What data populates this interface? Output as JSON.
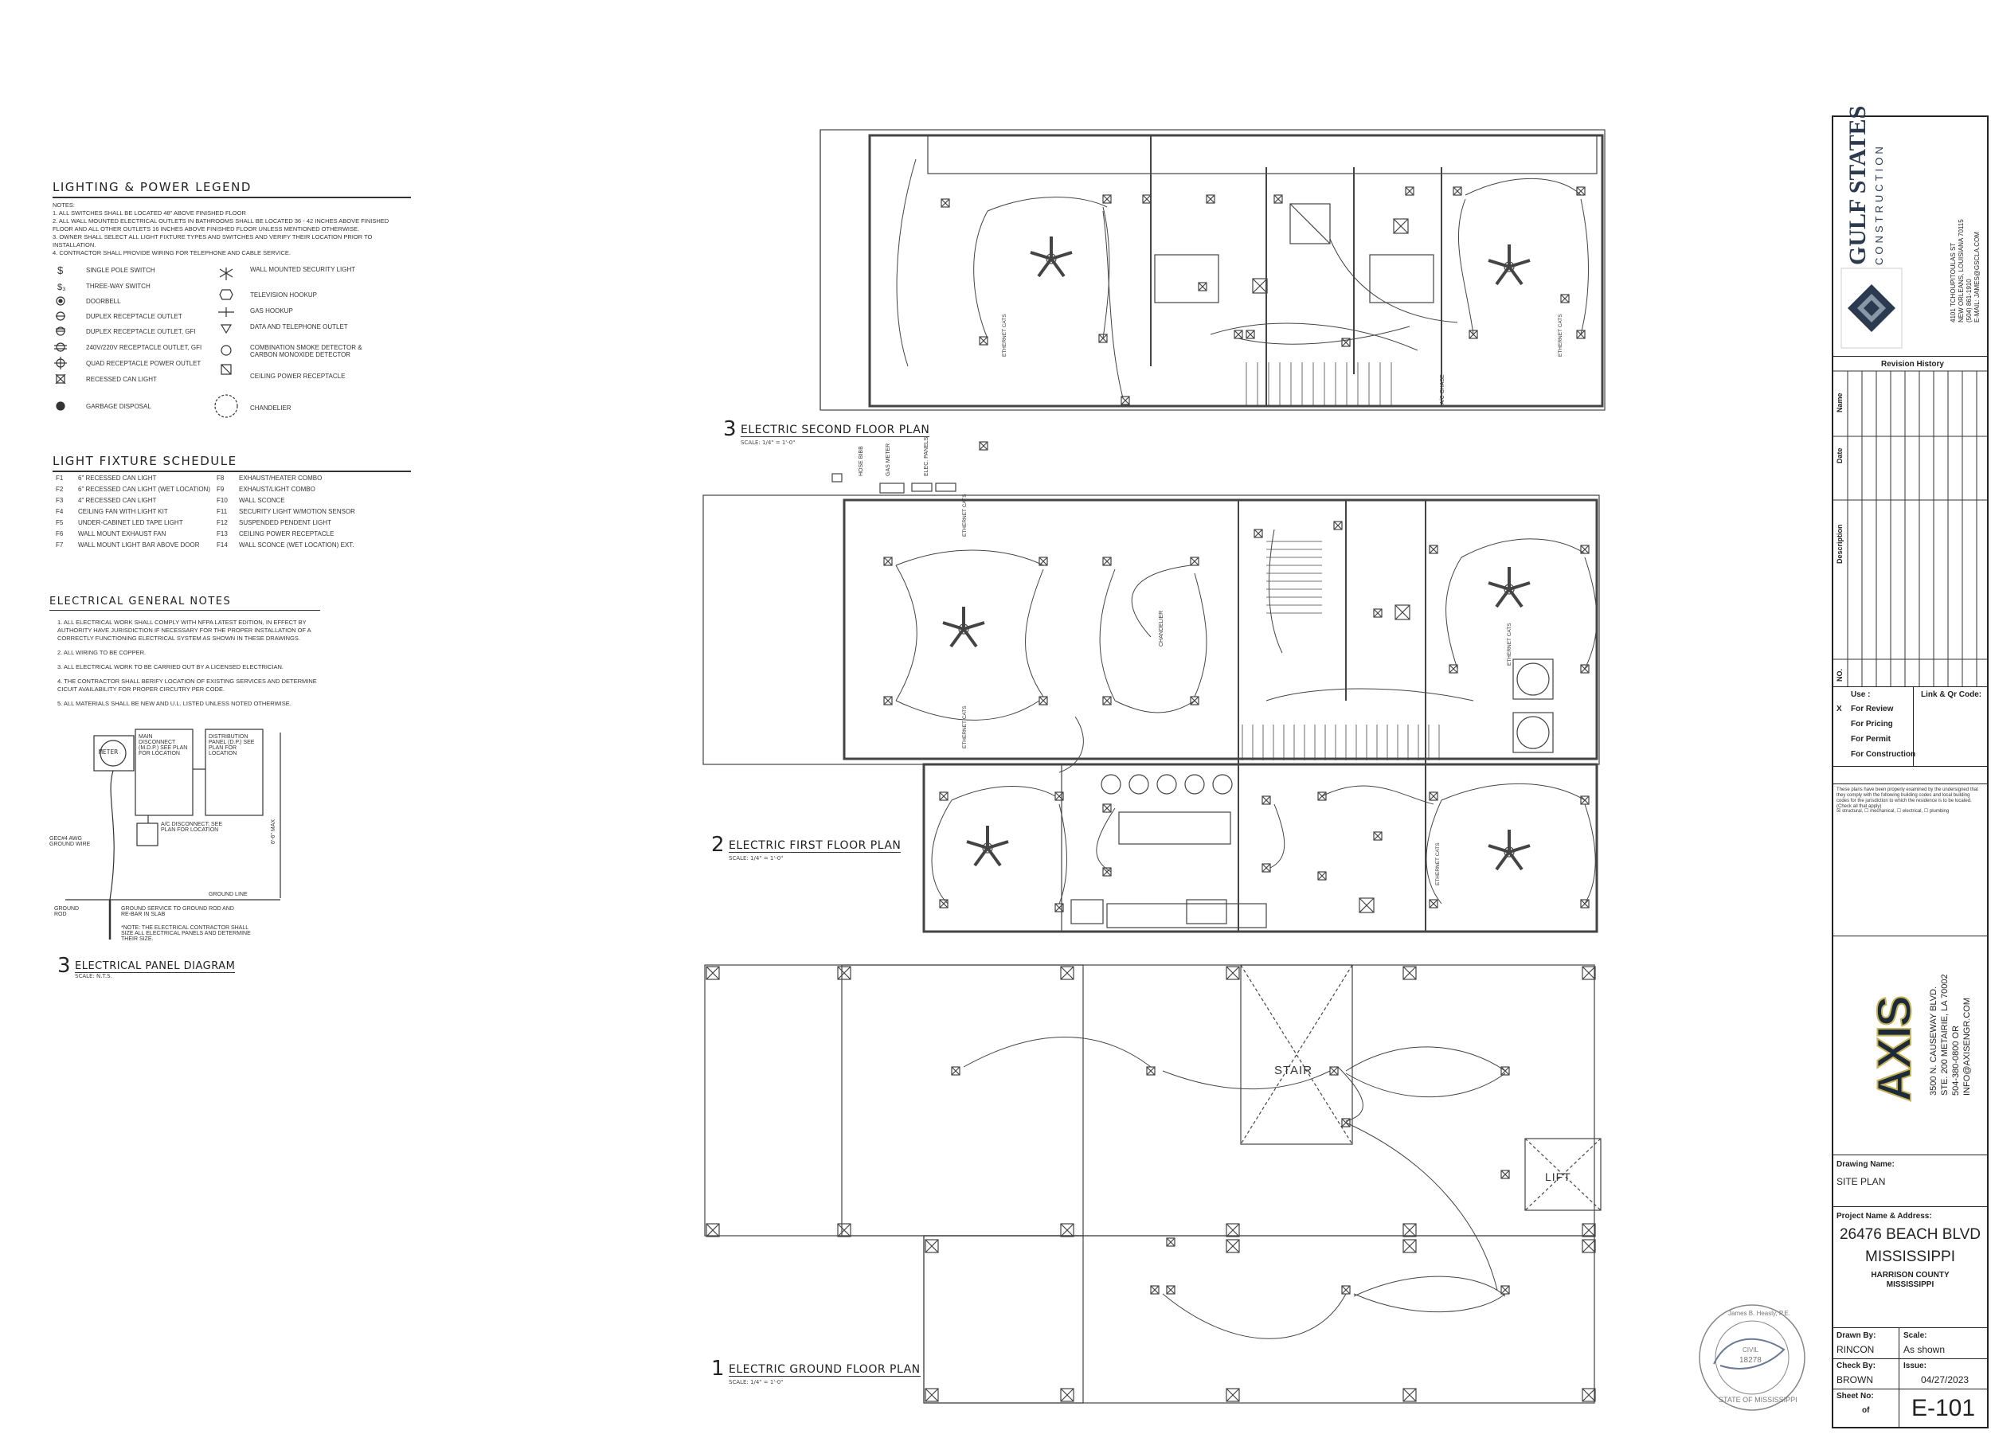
{
  "lighting_legend": {
    "title": "LIGHTING & POWER LEGEND",
    "notes_header": "NOTES:",
    "notes": [
      "1.  ALL SWITCHES SHALL BE LOCATED 48\" ABOVE FINISHED FLOOR",
      "2.  ALL WALL MOUNTED ELECTRICAL OUTLETS IN BATHROOMS SHALL BE LOCATED  36 - 42 INCHES ABOVE FINISHED FLOOR AND ALL OTHER OUTLETS 16 INCHES ABOVE FINISHED FLOOR UNLESS MENTIONED OTHERWISE.",
      "3.  OWNER SHALL SELECT ALL LIGHT FIXTURE TYPES AND SWITCHES AND VERIFY THEIR LOCATION PRIOR TO INSTALLATION.",
      "4.  CONTRACTOR SHALL PROVIDE WIRING FOR TELEPHONE AND CABLE SERVICE."
    ],
    "left_items": [
      "SINGLE POLE SWITCH",
      "THREE-WAY SWITCH",
      "DOORBELL",
      "DUPLEX RECEPTACLE OUTLET",
      "DUPLEX RECEPTACLE OUTLET, GFI",
      "240V/220V RECEPTACLE OUTLET, GFI",
      "QUAD RECEPTACLE POWER OUTLET",
      "RECESSED CAN LIGHT",
      "GARBAGE DISPOSAL"
    ],
    "right_items": [
      "WALL MOUNTED SECURITY LIGHT",
      "TELEVISION HOOKUP",
      "GAS HOOKUP",
      "DATA AND TELEPHONE OUTLET",
      "COMBINATION SMOKE DETECTOR & CARBON MONOXIDE DETECTOR",
      "CEILING POWER RECEPTACLE",
      "CHANDELIER"
    ]
  },
  "fixture_schedule": {
    "title": "LIGHT FIXTURE SCHEDULE",
    "left": [
      {
        "code": "F1",
        "desc": "6\" RECESSED CAN LIGHT"
      },
      {
        "code": "F2",
        "desc": "6\" RECESSED CAN LIGHT (WET LOCATION)"
      },
      {
        "code": "F3",
        "desc": "4\" RECESSED CAN LIGHT"
      },
      {
        "code": "F4",
        "desc": "CEILING FAN WITH LIGHT KIT"
      },
      {
        "code": "F5",
        "desc": "UNDER-CABINET LED TAPE LIGHT"
      },
      {
        "code": "F6",
        "desc": "WALL MOUNT EXHAUST FAN"
      },
      {
        "code": "F7",
        "desc": "WALL MOUNT LIGHT BAR ABOVE DOOR"
      }
    ],
    "right": [
      {
        "code": "F8",
        "desc": "EXHAUST/HEATER COMBO"
      },
      {
        "code": "F9",
        "desc": "EXHAUST/LIGHT COMBO"
      },
      {
        "code": "F10",
        "desc": "WALL SCONCE"
      },
      {
        "code": "F11",
        "desc": "SECURITY LIGHT W/MOTION SENSOR"
      },
      {
        "code": "F12",
        "desc": "SUSPENDED PENDENT LIGHT"
      },
      {
        "code": "F13",
        "desc": "CEILING POWER RECEPTACLE"
      },
      {
        "code": "F14",
        "desc": "WALL SCONCE (WET LOCATION) EXT."
      }
    ]
  },
  "general_notes": {
    "title": "ELECTRICAL GENERAL NOTES",
    "items": [
      "1.  ALL ELECTRICAL WORK SHALL COMPLY WITH NFPA LATEST EDITION, IN EFFECT BY AUTHORITY HAVE JURISDICTION IF NECESSARY FOR THE PROPER INSTALLATION OF A CORRECTLY FUNCTIONING ELECTRICAL SYSTEM AS SHOWN IN THESE DRAWINGS.",
      "2.  ALL WIRING TO BE COPPER.",
      "3.  ALL ELECTRICAL WORK TO BE CARRIED OUT BY A LICENSED ELECTRICIAN.",
      "4.  THE CONTRACTOR SHALL BERIFY LOCATION OF EXISTING SERVICES AND DETERMINE CICUIT AVAILABILITY FOR PROPER CIRCUTRY PER CODE.",
      "5.  ALL MATERIALS SHALL BE NEW AND U.L. LISTED UNLESS NOTED OTHERWISE."
    ]
  },
  "panel_diagram": {
    "meter": "METER",
    "main_disconnect": "MAIN DISCONNECT (M.D.P.) SEE PLAN FOR LOCATION",
    "distribution": "DISTRIBUTION PANEL (D.P.) SEE PLAN FOR LOCATION",
    "ac_disconnect": "A/C DISCONNECT; SEE PLAN FOR LOCATION",
    "gec": "GEC#4 AWG GROUND WIRE",
    "ground_line": "GROUND LINE",
    "ground_rod": "GROUND ROD",
    "ground_service": "GROUND SERVICE TO GROUND ROD AND RE-BAR IN SLAB",
    "note": "*NOTE: THE ELECTRICAL CONTRACTOR SHALL SIZE ALL ELECTRICAL PANELS AND DETERMINE THEIR SIZE.",
    "height": "6'-6\" MAX",
    "number": "3",
    "title": "ELECTRICAL PANEL DIAGRAM",
    "scale": "SCALE: N.T.S."
  },
  "plans": {
    "second": {
      "number": "3",
      "title": "ELECTRIC SECOND FLOOR PLAN",
      "scale": "SCALE: 1/4\" = 1'-0\""
    },
    "first": {
      "number": "2",
      "title": "ELECTRIC FIRST FLOOR PLAN",
      "scale": "SCALE: 1/4\" = 1'-0\""
    },
    "ground": {
      "number": "1",
      "title": "ELECTRIC GROUND FLOOR PLAN",
      "scale": "SCALE: 1/4\" = 1'-0\""
    }
  },
  "plan_labels": {
    "stair": "STAIR",
    "lift": "LIFT",
    "chandelier": "CHANDELIER",
    "ac_chase": "A/C CHASE",
    "hose_bibb": "HOSE BIBB",
    "gas_meter": "GAS METER",
    "elec_panels": "ELEC. PANELS",
    "ethernet": "ETHERNET CATS"
  },
  "title_block": {
    "company": "GULF STATES",
    "company_sub": "CONSTRUCTION",
    "address": [
      "4101 TCHOUPITOULAS ST",
      "NEW ORLEANS, LOUISIANA 70115",
      "(504) 861-1910",
      "E-MAIL: JAMES@GSCLA.COM"
    ],
    "revision_history": "Revision History",
    "rev_cols": [
      "NO.",
      "Description",
      "Date",
      "Name"
    ],
    "use_label": "Use :",
    "link_label": "Link & Qr Code:",
    "use_options": [
      {
        "mark": "X",
        "label": "For Review"
      },
      {
        "mark": "",
        "label": "For Pricing"
      },
      {
        "mark": "",
        "label": "For Permit"
      },
      {
        "mark": "",
        "label": "For Construction"
      }
    ],
    "cert_text": "These plans have been properly examined by the undersigned that they comply with the following building codes and local building codes for the jurisdiction to which the residence is to be located. (Check all that apply)",
    "cert_checks": "☒ structural, ☐ mechanical, ☐ electrical, ☐ plumbing",
    "engineer": "AXIS",
    "engineer_address": [
      "3500 N. CAUSEWAY BLVD.",
      "STE. 200 METAIRIE, LA 70002",
      "504-380-0800 OR",
      "INFO@AXISENGR.COM"
    ],
    "drawing_name_label": "Drawing Name:",
    "drawing_name": "SITE PLAN",
    "project_label": "Project Name & Address:",
    "project_line1": "26476 BEACH BLVD",
    "project_line2": "MISSISSIPPI",
    "project_county": "HARRISON COUNTY",
    "project_state": "MISSISSIPPI",
    "drawn_by_label": "Drawn By:",
    "drawn_by": "RINCON",
    "scale_label": "Scale:",
    "scale": "As shown",
    "check_by_label": "Check By:",
    "check_by": "BROWN",
    "issue_label": "Issue:",
    "issue": "04/27/2023",
    "sheet_label": "Sheet No:",
    "sheet_of": "of",
    "sheet_no": "E-101"
  },
  "seal": {
    "name": "James B. Heasly, P.E.",
    "type": "CIVIL",
    "number": "18278",
    "state": "STATE OF MISSISSIPPI"
  },
  "colors": {
    "line": "#333333",
    "accent": "#2b3a4e",
    "engineer": "#c7b45a"
  }
}
